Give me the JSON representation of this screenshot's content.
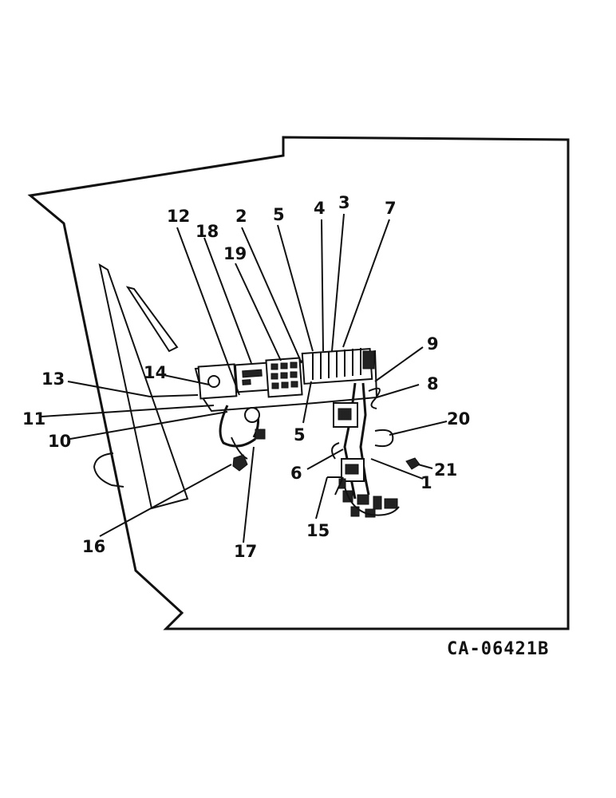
{
  "figure_code": "CA-06421B",
  "callouts": [
    "12",
    "18",
    "2",
    "19",
    "5",
    "4",
    "3",
    "7",
    "9",
    "8",
    "13",
    "14",
    "11",
    "10",
    "5",
    "20",
    "6",
    "21",
    "1",
    "15",
    "16",
    "17"
  ]
}
